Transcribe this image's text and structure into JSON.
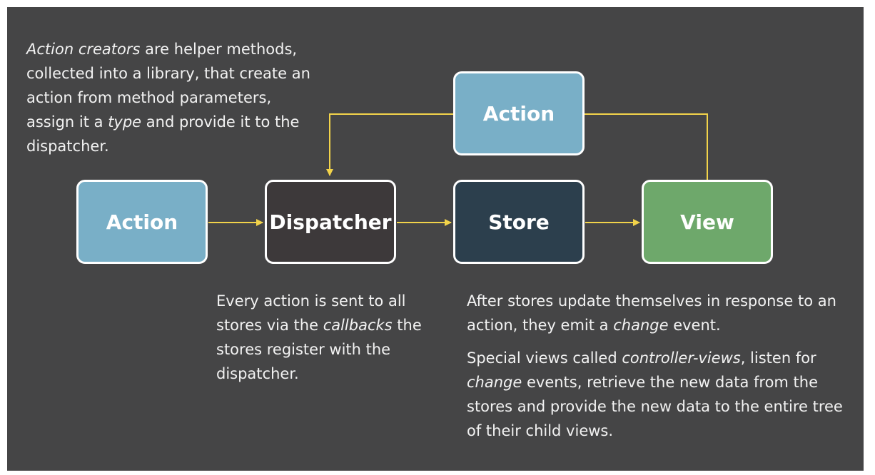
{
  "diagram": {
    "nodes": {
      "action_left": "Action",
      "dispatcher": "Dispatcher",
      "store": "Store",
      "view": "View",
      "action_top": "Action"
    },
    "notes": {
      "action_creators": {
        "t1": "Action creators",
        "t2": " are helper methods, collected into a library, that create an action from method parameters, assign it a ",
        "t3": "type",
        "t4": " and provide it to the dispatcher."
      },
      "dispatcher_note": {
        "t1": "Every action is sent to all stores via the ",
        "t2": "callbacks",
        "t3": " the stores register with the dispatcher."
      },
      "store_note": {
        "t1": "After stores update themselves in response to an action, they emit a ",
        "t2": "change",
        "t3": " event."
      },
      "view_note": {
        "t1": "Special views called ",
        "t2": "controller-views",
        "t3": ", listen for ",
        "t4": "change",
        "t5": " events, retrieve the new data from the stores and provide the new data to the entire tree of their child views."
      }
    },
    "colors": {
      "background": "#454546",
      "action": "#79afc7",
      "dispatcher": "#3d393a",
      "store": "#2c3f4d",
      "view": "#6ea86b",
      "arrow": "#f2d34a"
    }
  }
}
